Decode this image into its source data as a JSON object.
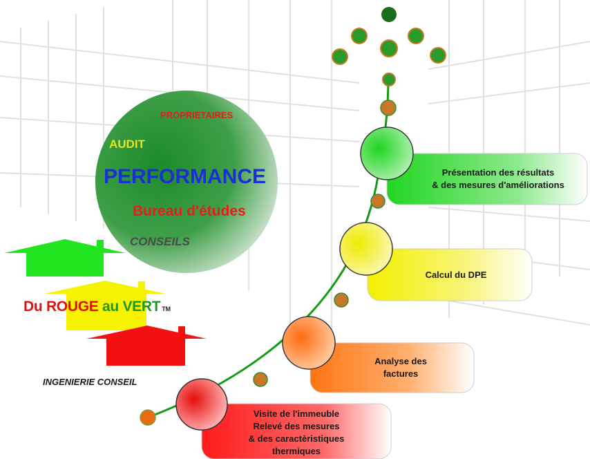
{
  "circle_words": {
    "proprietaires": "PROPRIETAIRES",
    "audit": "AUDIT",
    "performance": "PERFORMANCE",
    "bureau": "Bureau d'études",
    "conseils": "CONSEILS"
  },
  "logo": {
    "du": "Du ",
    "rouge": "ROUGE",
    "au": " au ",
    "vert": "VERT",
    "tm": "TM",
    "subtitle": "INGENIERIE CONSEIL"
  },
  "steps": [
    {
      "lines": [
        "Visite de l'immeuble",
        "Relevé des mesures",
        "& des caractèristiques",
        "thermiques"
      ],
      "color": "#ff1a1a"
    },
    {
      "lines": [
        "Analyse des",
        "factures"
      ],
      "color": "#ff7a1a"
    },
    {
      "lines": [
        "Calcul du DPE"
      ],
      "color": "#f2ee00"
    },
    {
      "lines": [
        "Présentation des résultats",
        "& des mesures d'améliorations"
      ],
      "color": "#2ed82e"
    }
  ],
  "colors": {
    "green": "#1fc81f",
    "yellow": "#f5ee10",
    "red": "#f21010",
    "path": "#159a15",
    "dot_orange": "#e06a12",
    "dot_green": "#1c8e1c",
    "performance_blue": "#1a30d6"
  }
}
